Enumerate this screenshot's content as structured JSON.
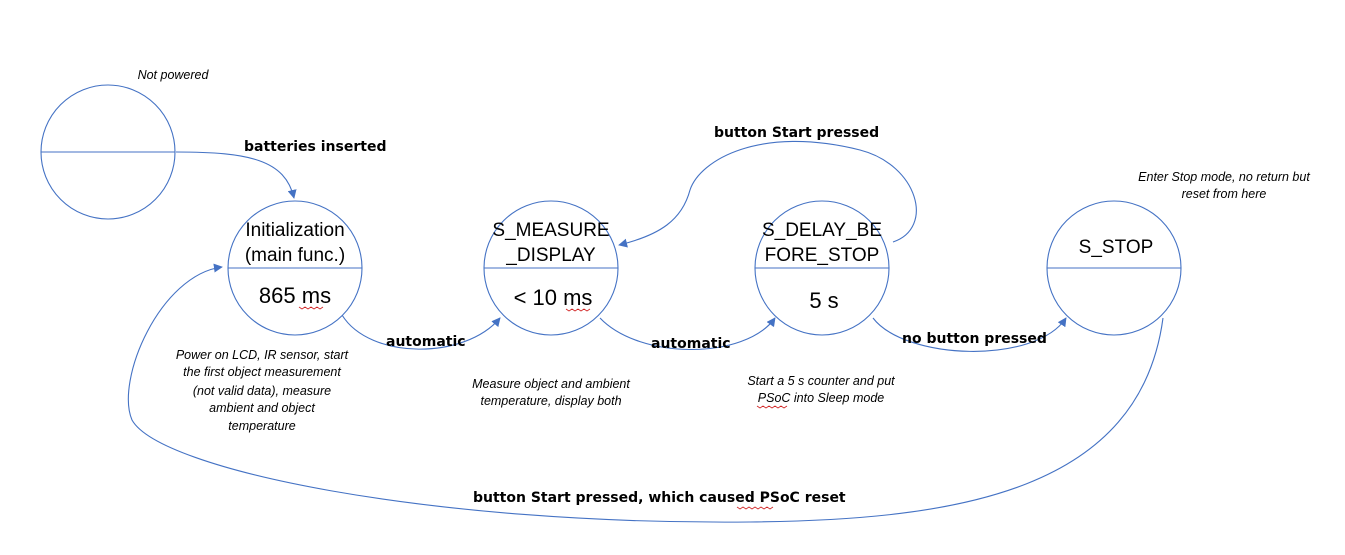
{
  "colors": {
    "line": "#4472C4",
    "spell_underline": "#d02020",
    "background": "#ffffff"
  },
  "states": {
    "not_powered": {
      "note": "Not powered"
    },
    "init": {
      "name_lines": [
        "Initialization",
        "(main func.)"
      ],
      "time": "865 ms",
      "note_lines": [
        "Power on LCD, IR sensor, start",
        "the first object measurement",
        "(not valid data), measure",
        "ambient and object",
        "temperature"
      ]
    },
    "measure": {
      "name_lines": [
        "S_MEASURE",
        "_DISPLAY"
      ],
      "time": "< 10 ms",
      "note_lines": [
        "Measure object and ambient",
        "temperature, display both"
      ]
    },
    "delay": {
      "name_lines": [
        "S_DELAY_BE",
        "FORE_STOP"
      ],
      "time": "5 s",
      "note_lines": [
        "Start a 5 s counter and put",
        "PSoC into Sleep mode"
      ]
    },
    "stop": {
      "name": "S_STOP",
      "note_lines": [
        "Enter Stop mode, no return but",
        "reset from here"
      ]
    }
  },
  "transitions": {
    "batteries": "batteries inserted",
    "init_to_measure": "automatic",
    "measure_to_delay": "automatic",
    "delay_to_measure": "button Start pressed",
    "delay_to_stop": "no button pressed",
    "stop_to_init": "button Start pressed, which caused PSoC reset"
  }
}
